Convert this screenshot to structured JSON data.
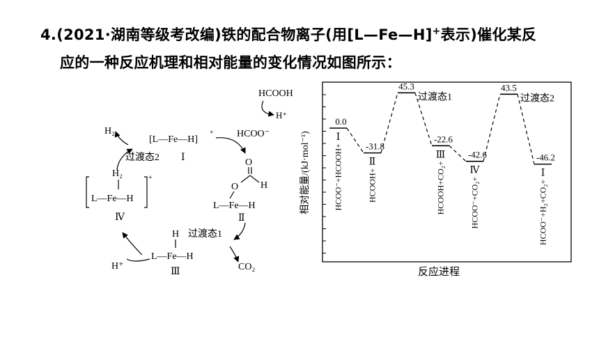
{
  "question": {
    "number": "4.",
    "source": "(2021·湖南等级考改编)",
    "text1": "铁的配合物离子(用[L—Fe—H]",
    "sup": "+",
    "text2": "表示)催化某反",
    "line2": "应的一种反应机理和相对能量的变化情况如图所示："
  },
  "cycle": {
    "hcooh": "HCOOH",
    "h_plus": "H⁺",
    "hcoo_minus": "HCOO⁻",
    "h2_top": "H₂",
    "ts2": "过渡态2",
    "complex1": "[L—Fe—H]",
    "complex1_charge": "+",
    "label_I": "Ⅰ",
    "o_label": "O",
    "h_label": "H",
    "o_label2": "O",
    "complex2": "L—Fe—H",
    "label_II": "Ⅱ",
    "ts1": "过渡态1",
    "h_iii": "H",
    "complex3": "L—Fe—H",
    "label_III": "Ⅲ",
    "co2": "CO₂",
    "h_plus_bottom": "H⁺",
    "h2_iv": "H₂",
    "complex4": "L—Fe—H",
    "complex4_charge": "+",
    "label_IV": "Ⅳ"
  },
  "chart_data": {
    "type": "line",
    "ylabel": "相对能量/(kJ·mol⁻¹)",
    "xlabel": "反应进程",
    "points": [
      {
        "value": 0.0,
        "label": "0.0",
        "state": "Ⅰ",
        "species": "HCOO⁻+HCOOH+",
        "kind": "intermediate"
      },
      {
        "value": -31.8,
        "label": "-31.8",
        "state": "Ⅱ",
        "species": "HCOOH+",
        "kind": "intermediate"
      },
      {
        "value": 45.3,
        "label": "45.3",
        "state": "",
        "species": "",
        "kind": "transition",
        "ts_label": "过渡态1"
      },
      {
        "value": -22.6,
        "label": "-22.6",
        "state": "Ⅲ",
        "species": "HCOOH+CO₂+",
        "kind": "intermediate"
      },
      {
        "value": -42.6,
        "label": "-42.6",
        "state": "Ⅳ",
        "species": "HCOO⁻+CO₂+",
        "kind": "intermediate"
      },
      {
        "value": 43.5,
        "label": "43.5",
        "state": "",
        "species": "",
        "kind": "transition",
        "ts_label": "过渡态2"
      },
      {
        "value": -46.2,
        "label": "-46.2",
        "state": "Ⅰ",
        "species": "HCOO⁻+H₂+CO₂+",
        "kind": "intermediate"
      }
    ]
  }
}
